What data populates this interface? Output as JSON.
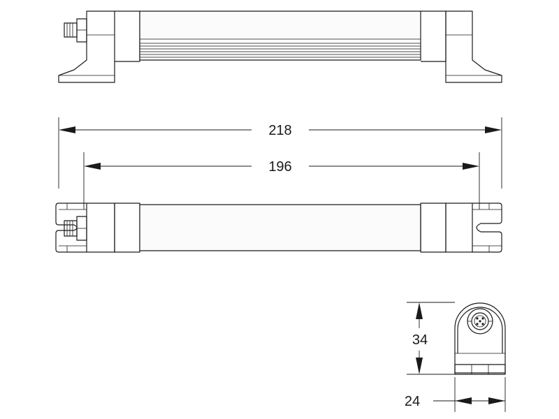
{
  "dimensions": {
    "overall_length": "218",
    "mount_spacing": "196",
    "height": "34",
    "width": "24"
  }
}
